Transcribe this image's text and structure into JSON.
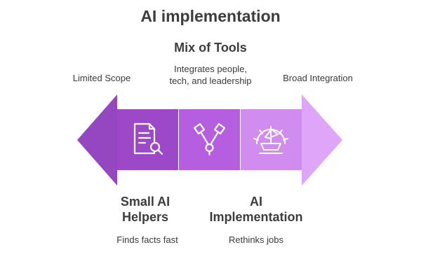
{
  "title": "AI implementation",
  "center_top": {
    "heading": "Mix of Tools",
    "description_line1": "Integrates people,",
    "description_line2": "tech, and leadership"
  },
  "left_end": {
    "label": "Limited Scope"
  },
  "right_end": {
    "label": "Broad Integration"
  },
  "left_stage": {
    "heading_line1": "Small AI",
    "heading_line2": "Helpers",
    "description": "Finds facts fast"
  },
  "right_stage": {
    "heading_line1": "AI",
    "heading_line2": "Implementation",
    "description": "Rethinks jobs"
  },
  "icons": [
    "document-search-icon",
    "tools-icon",
    "gear-ship-icon"
  ],
  "colors": {
    "left_arrow": "#9547c2",
    "box_left": "#9d47c9",
    "box_middle": "#b65ee0",
    "box_right": "#d18cf0",
    "right_arrow": "#dea5f8",
    "icon_stroke": "#ffffff"
  }
}
